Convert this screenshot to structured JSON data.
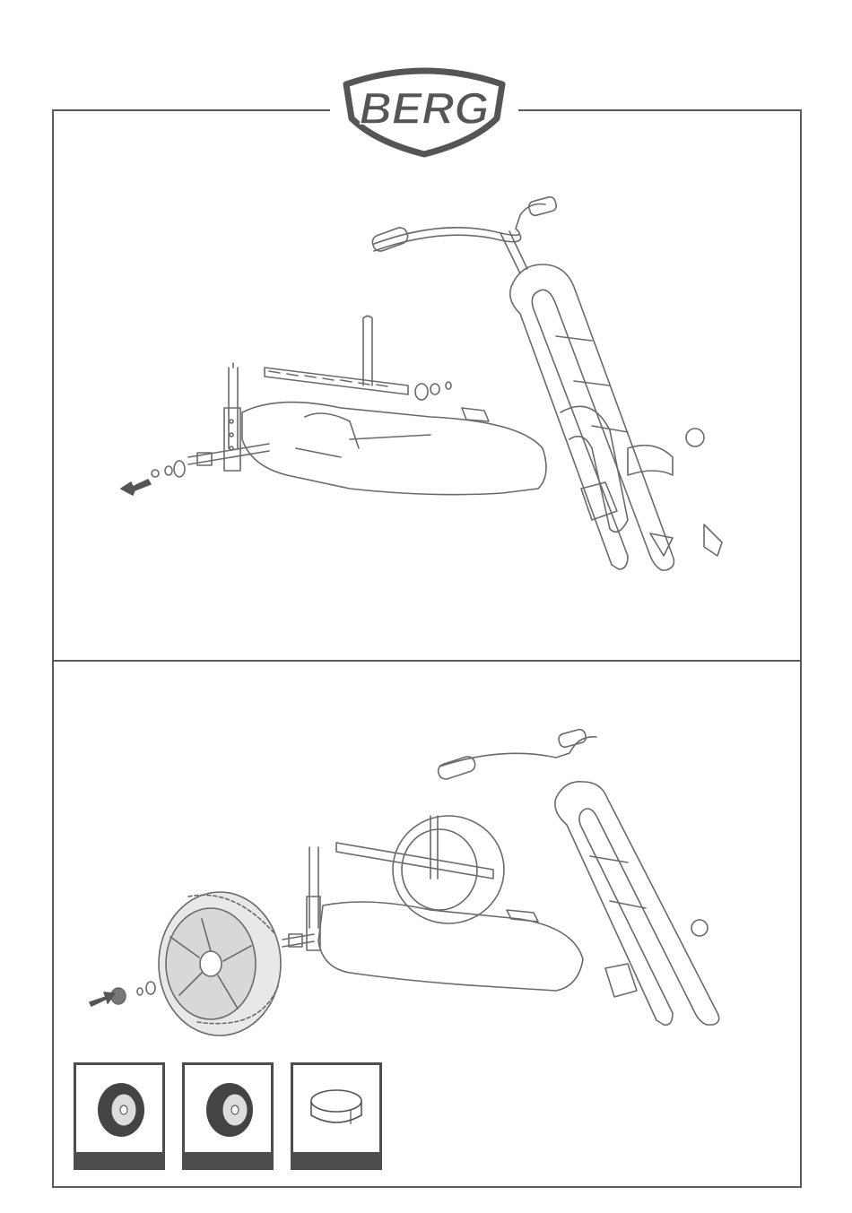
{
  "brand": {
    "name": "BERG"
  },
  "colors": {
    "frame": "#5a5a5a",
    "logo": "#555555",
    "card_bar": "#4d4d4d",
    "line_art": "#6a6a6a"
  },
  "steps": [
    {
      "action": "remove",
      "arrow": "left"
    },
    {
      "action": "mount-wheel",
      "arrow": "right"
    }
  ],
  "parts": [
    {
      "icon": "wheel-icon"
    },
    {
      "icon": "wheel-icon"
    },
    {
      "icon": "hub-cap-icon"
    }
  ]
}
